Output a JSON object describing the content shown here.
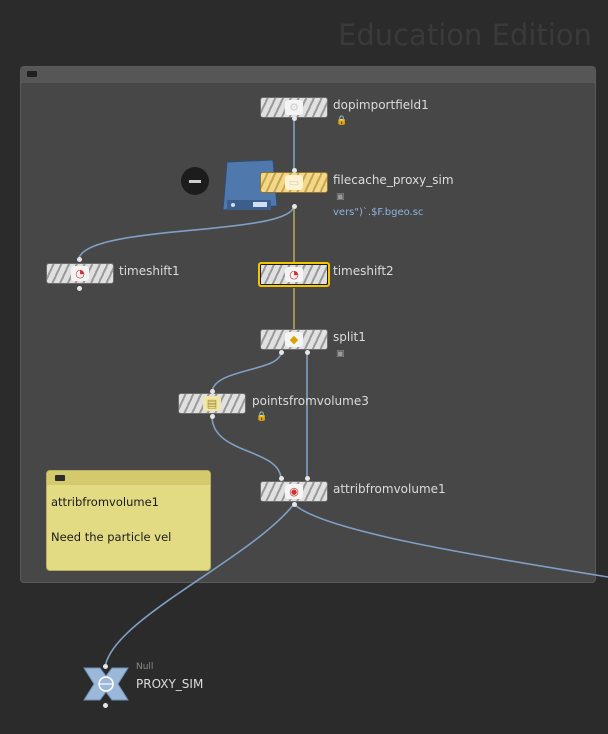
{
  "watermark": "Education Edition",
  "sticky_note": {
    "line1": "attribfromvolume1",
    "line2": "Need the particle vel"
  },
  "nodes": {
    "dopimportfield": {
      "name": "dopimportfield1"
    },
    "filecache": {
      "name": "filecache_proxy_sim",
      "param_expression": "vers\")`.$F.bgeo.sc"
    },
    "timeshift1": {
      "name": "timeshift1"
    },
    "timeshift2": {
      "name": "timeshift2"
    },
    "split": {
      "name": "split1"
    },
    "pointsfromvolume": {
      "name": "pointsfromvolume3"
    },
    "attribfromvolume": {
      "name": "attribfromvolume1"
    },
    "null": {
      "type_label": "Null",
      "name": "PROXY_SIM"
    }
  },
  "colors": {
    "background": "#2b2b2b",
    "network_box": "#474747",
    "wire": "#7f9fc4",
    "selected_outline": "#f3c400",
    "filecache_node": "#f2d88a",
    "sticky_note": "#e3da84"
  }
}
